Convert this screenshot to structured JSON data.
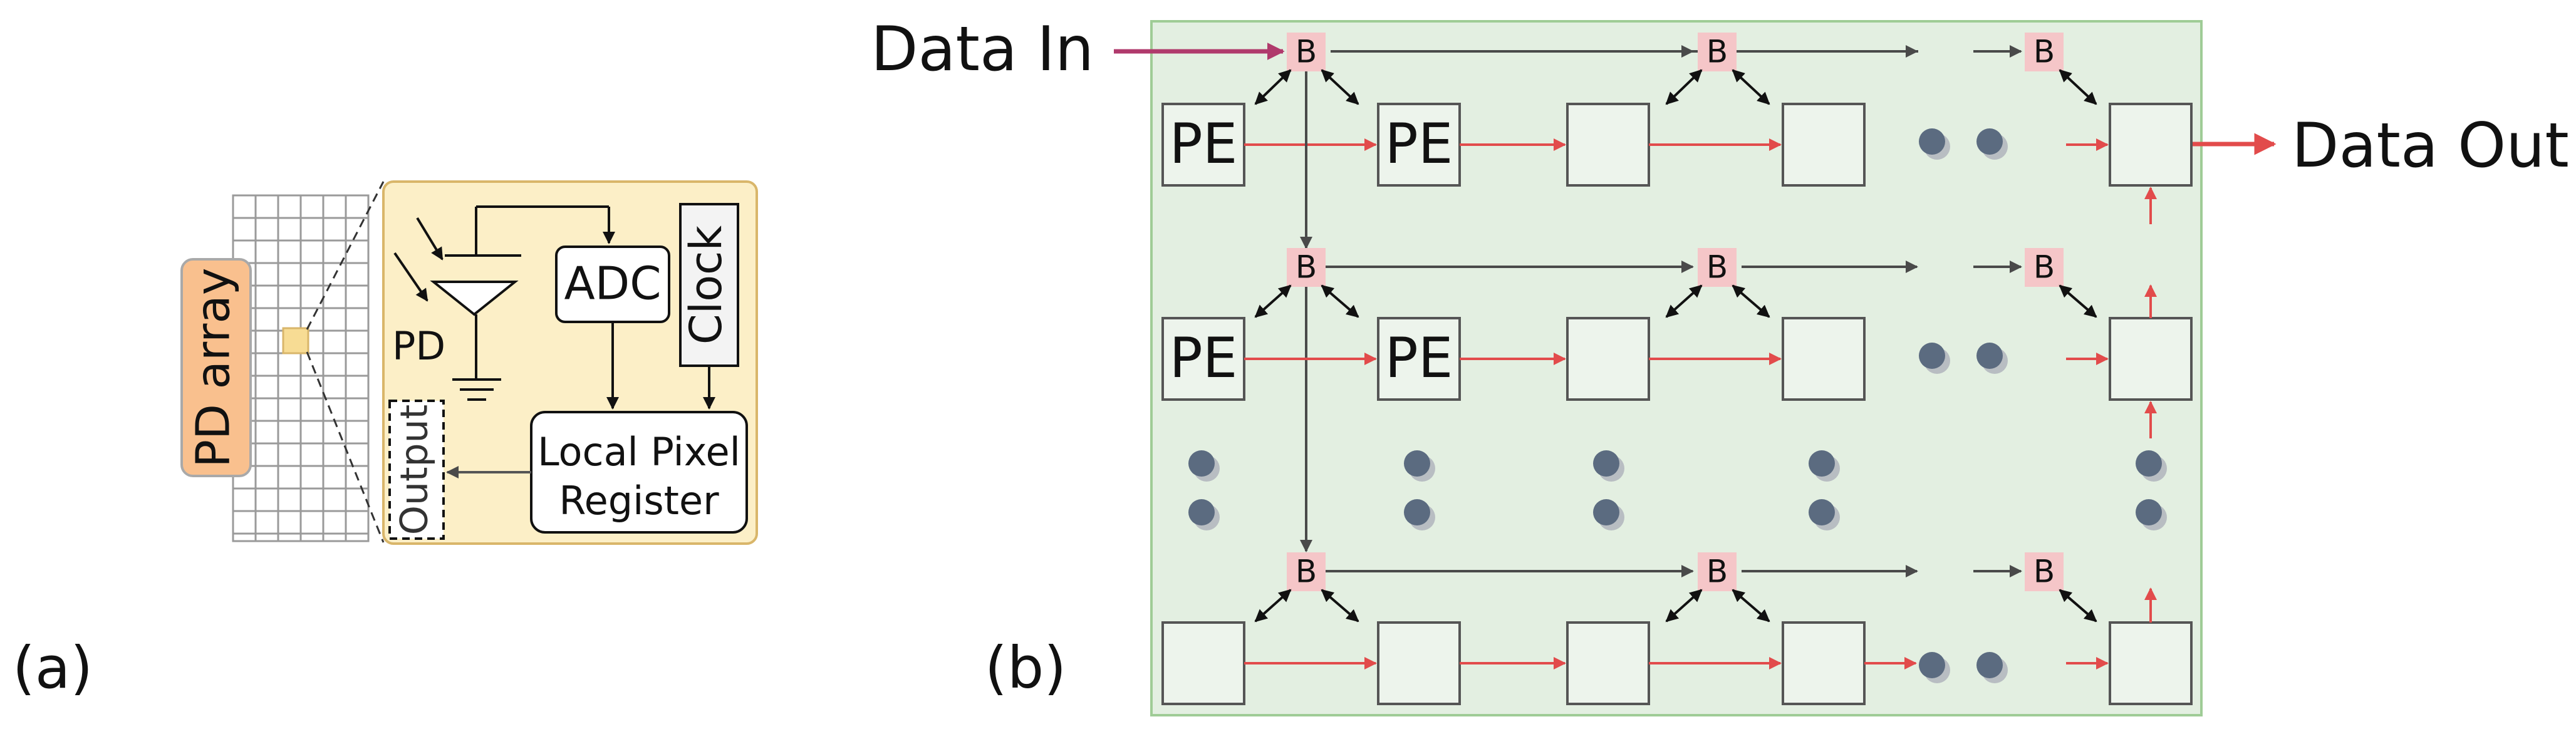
{
  "panel_a": {
    "label": "(a)",
    "pd_array_label": "PD array",
    "pd_label": "PD",
    "adc_label": "ADC",
    "clock_label": "Clock",
    "output_label": "Output",
    "register_label_line1": "Local Pixel",
    "register_label_line2": "Register"
  },
  "panel_b": {
    "label": "(b)",
    "data_in_label": "Data In",
    "data_out_label": "Data Out",
    "buffer_label": "B",
    "pe_label": "PE"
  },
  "colors": {
    "pd_array_fill": "#f9c08e",
    "zoom_panel_fill": "#fcefc7",
    "zoom_panel_stroke": "#d9b66a",
    "highlight_pixel": "#f7dc94",
    "mesh_fill": "#e3efe1",
    "mesh_stroke": "#9fcc96",
    "pe_fill": "#edf4ec",
    "buffer_fill": "#f5c6c8",
    "red_arrow": "#e24b4b",
    "data_in_arrow": "#b03a6c",
    "dot_fill": "#5b6b80",
    "dot_shadow": "#b8bdc2"
  }
}
